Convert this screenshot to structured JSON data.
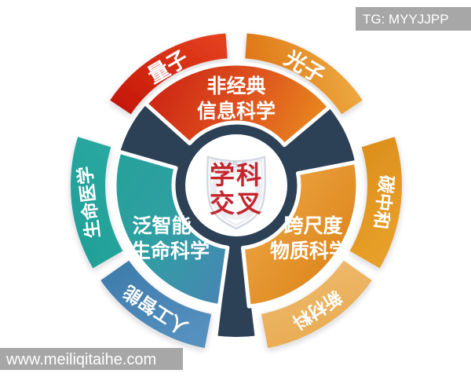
{
  "wheel": {
    "center": {
      "line1": "学科",
      "line2": "交叉",
      "emblem_text": "UESTC"
    },
    "sectors": [
      {
        "key": "nonclassical-info-science",
        "line1": "非经典",
        "line2": "信息科学",
        "color_from": "#cd2413",
        "color_to": "#e8891e"
      },
      {
        "key": "cross-scale-matter-science",
        "line1": "跨尺度",
        "line2": "物质科学",
        "color_from": "#f0ab4d",
        "color_to": "#dc8418"
      },
      {
        "key": "pan-intelligent-life-science",
        "line1": "泛智能",
        "line2": "生命科学",
        "color_from": "#25a29a",
        "color_to": "#4a84b4"
      }
    ],
    "ring": [
      {
        "key": "quantum",
        "label": "量子",
        "color": "#cf2114"
      },
      {
        "key": "photon",
        "label": "光子",
        "color": "#e58d20"
      },
      {
        "key": "carbon-neutral",
        "label": "碳中和",
        "color": "#e0931f"
      },
      {
        "key": "new-materials",
        "label": "新材料",
        "color": "#ecb766"
      },
      {
        "key": "artificial-intelligence",
        "label": "人工智能",
        "color": "#4483b3"
      },
      {
        "key": "life-medicine",
        "label": "生命医学",
        "color": "#23a098"
      }
    ]
  },
  "watermarks": {
    "top_right": "TG: MYYJJPP",
    "bottom_left": "www.meiliqitaihe.com"
  },
  "colors": {
    "navy": "#2c4156",
    "center_text_red": "#c5262e",
    "watermark_bg": "#a7a7a7",
    "background": "#ffffff"
  }
}
